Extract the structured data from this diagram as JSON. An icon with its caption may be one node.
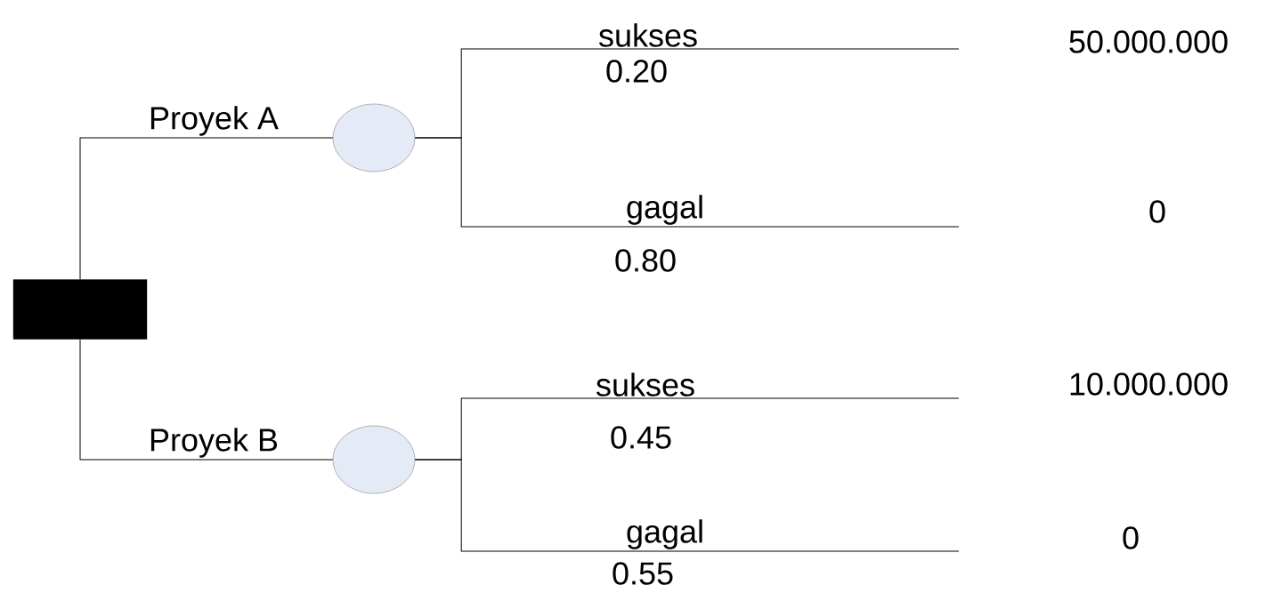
{
  "diagram": {
    "nodes": [
      {
        "text": [],
        "shape": "box"
      },
      {
        "text": [],
        "shape": "circle"
      },
      {
        "text": [],
        "shape": "circle"
      }
    ],
    "edges": [
      {
        "from": 0,
        "to": 1,
        "label": "Proyek A",
        "arrow": "none"
      },
      {
        "from": 0,
        "to": 2,
        "label": "Proyek B",
        "arrow": "none"
      },
      {
        "from": 1,
        "to": null,
        "label": "sukses",
        "arrow": "none"
      },
      {
        "from": 1,
        "to": null,
        "label": "gagal",
        "arrow": "none"
      },
      {
        "from": 2,
        "to": null,
        "label": "sukses",
        "arrow": "none"
      },
      {
        "from": 2,
        "to": null,
        "label": "gagal",
        "arrow": "none"
      }
    ],
    "labels": [
      "50.000.000",
      "0.20",
      "0",
      "0.80",
      "10.000.000",
      "0.45",
      "0",
      "0.55"
    ]
  }
}
